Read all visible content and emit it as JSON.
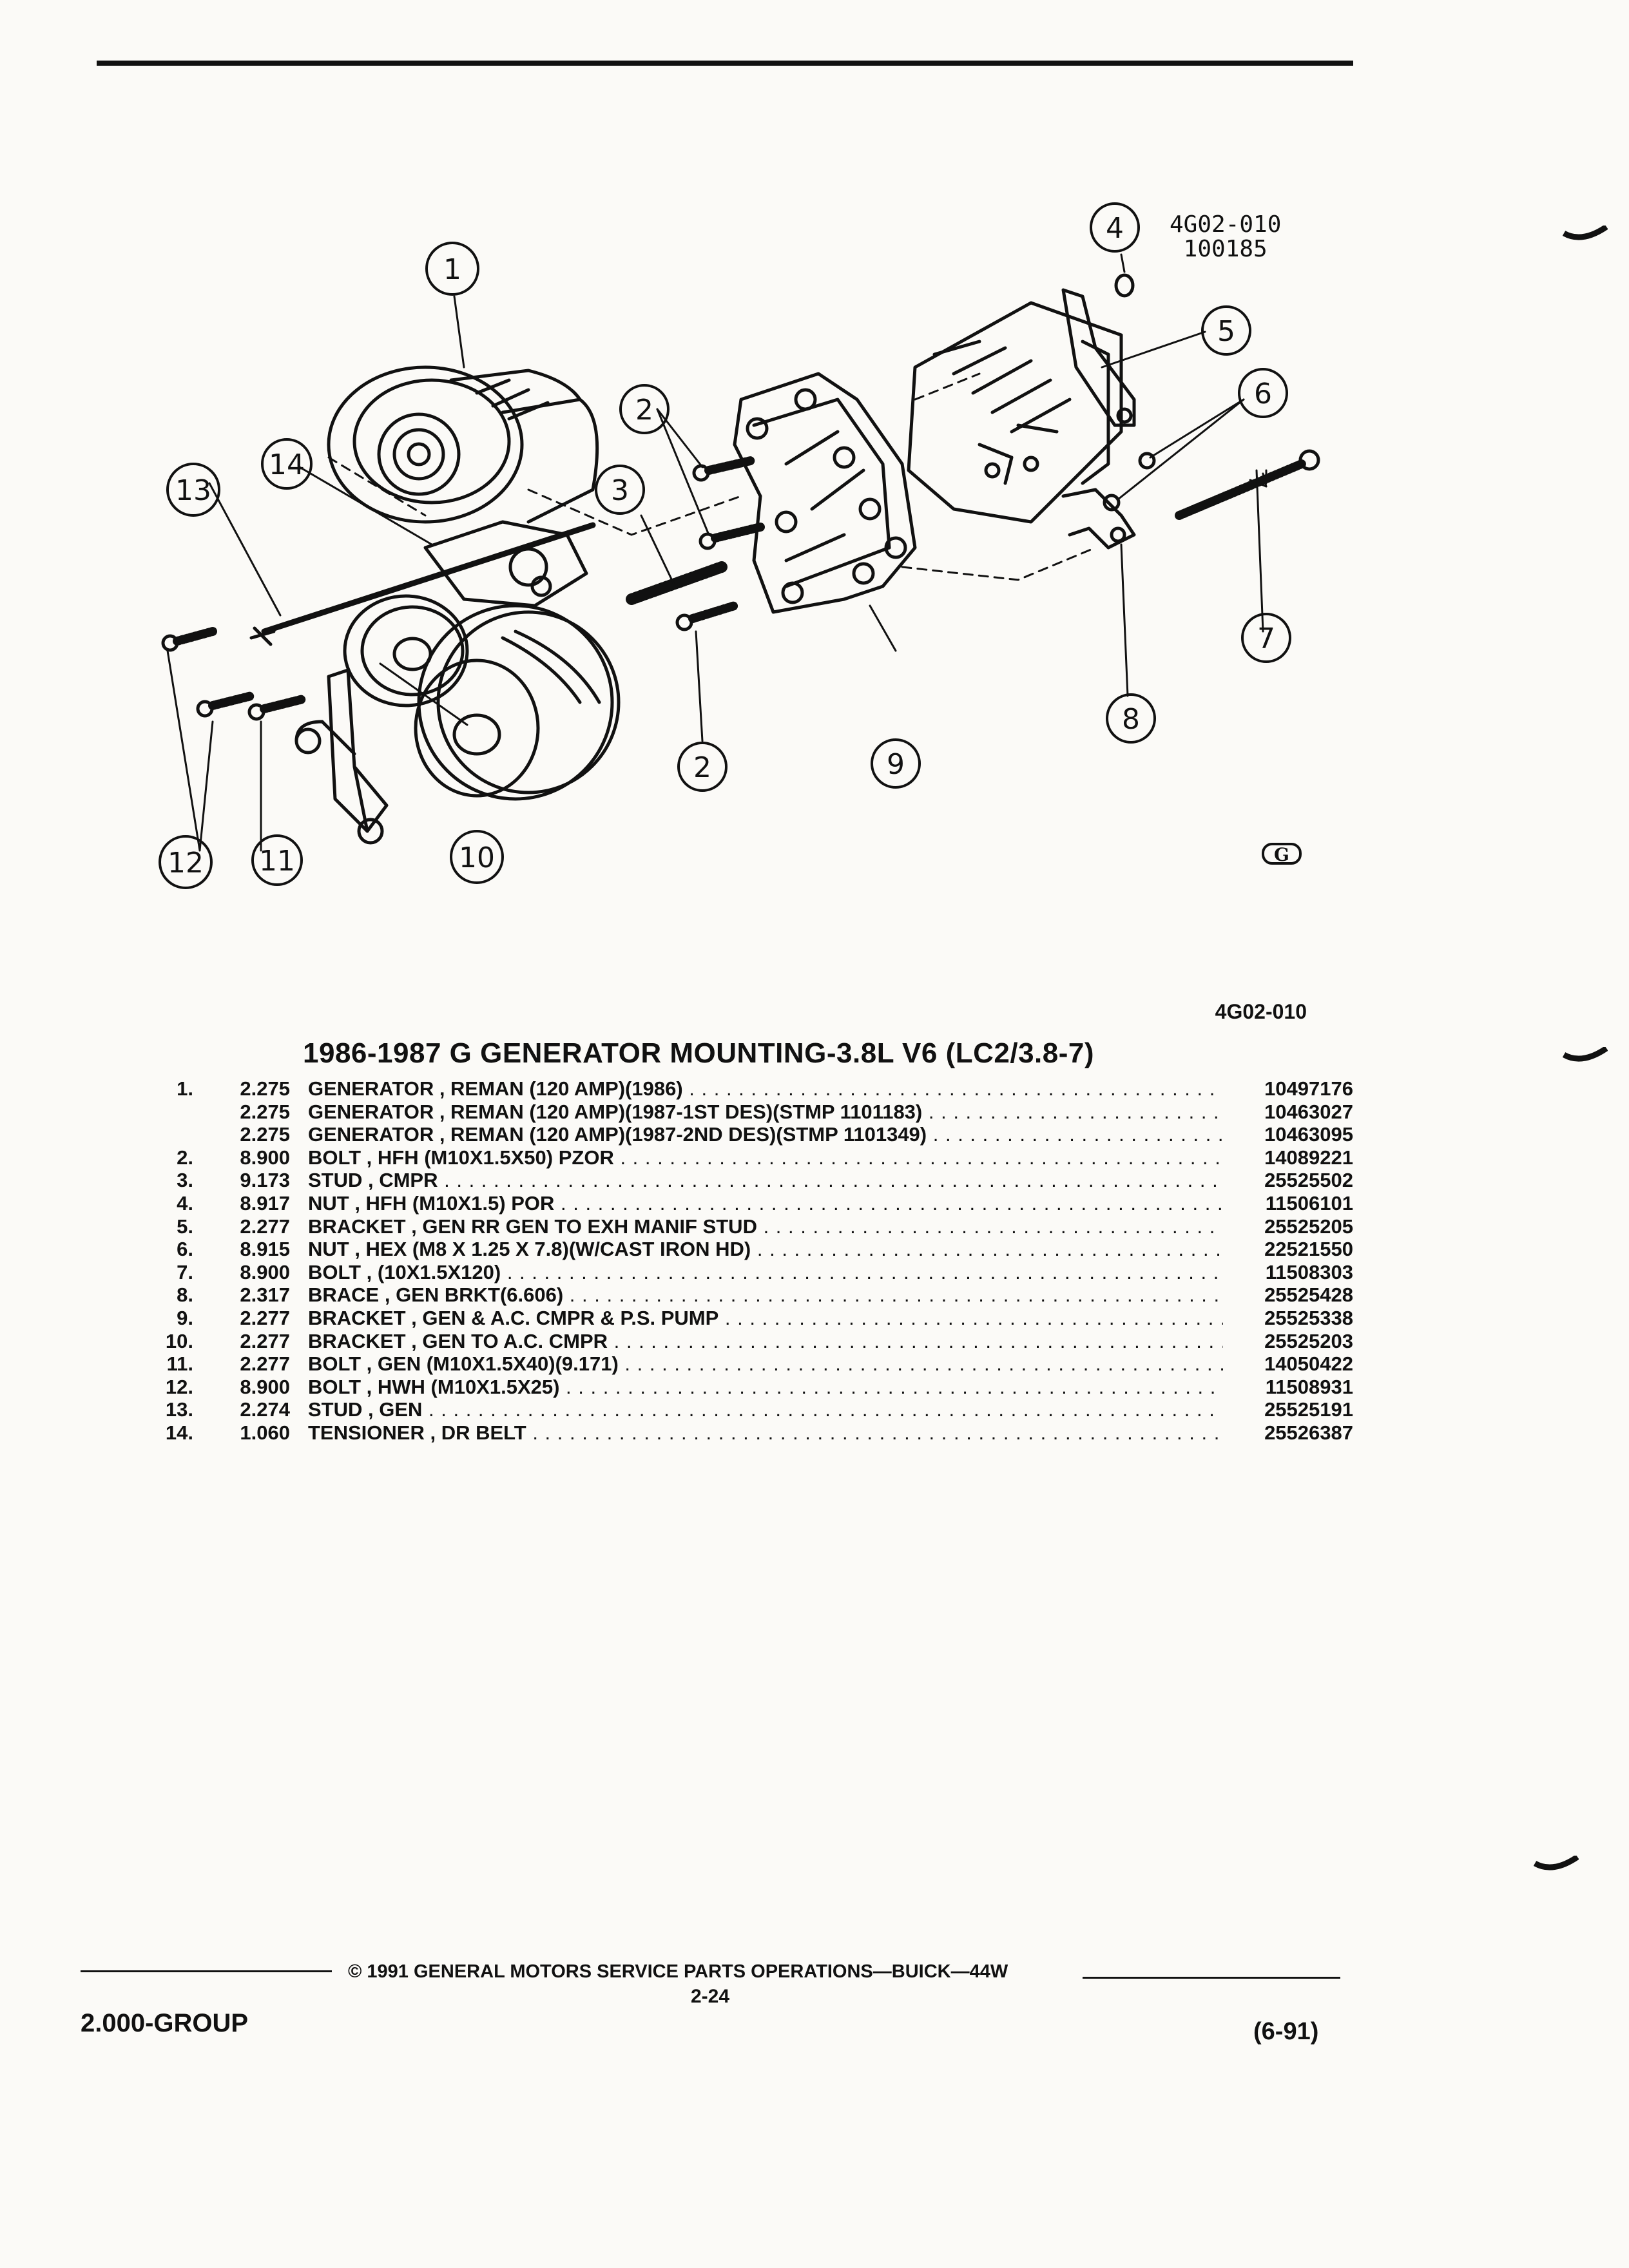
{
  "figure": {
    "code": "4G02-010",
    "date": "100185",
    "callouts": [
      "1",
      "2",
      "2",
      "3",
      "4",
      "5",
      "6",
      "7",
      "8",
      "9",
      "10",
      "11",
      "12",
      "13",
      "14"
    ],
    "logo_letter": "G"
  },
  "section": {
    "reference": "4G02-010",
    "title": "1986-1987 G GENERATOR MOUNTING-3.8L V6 (LC2/3.8-7)"
  },
  "parts": [
    {
      "item": "1.",
      "group": "2.275",
      "description": "GENERATOR , REMAN (120 AMP)(1986)",
      "part_number": "10497176"
    },
    {
      "item": "",
      "group": "2.275",
      "description": "GENERATOR , REMAN (120 AMP)(1987-1ST DES)(STMP 1101183)",
      "part_number": "10463027"
    },
    {
      "item": "",
      "group": "2.275",
      "description": "GENERATOR , REMAN (120 AMP)(1987-2ND DES)(STMP 1101349)",
      "part_number": "10463095"
    },
    {
      "item": "2.",
      "group": "8.900",
      "description": "BOLT , HFH (M10X1.5X50) PZOR",
      "part_number": "14089221"
    },
    {
      "item": "3.",
      "group": "9.173",
      "description": "STUD , CMPR",
      "part_number": "25525502"
    },
    {
      "item": "4.",
      "group": "8.917",
      "description": "NUT , HFH (M10X1.5) POR",
      "part_number": "11506101"
    },
    {
      "item": "5.",
      "group": "2.277",
      "description": "BRACKET , GEN RR GEN TO EXH MANIF STUD",
      "part_number": "25525205"
    },
    {
      "item": "6.",
      "group": "8.915",
      "description": "NUT , HEX (M8 X 1.25 X 7.8)(W/CAST IRON HD)",
      "part_number": "22521550"
    },
    {
      "item": "7.",
      "group": "8.900",
      "description": "BOLT , (10X1.5X120)",
      "part_number": "11508303"
    },
    {
      "item": "8.",
      "group": "2.317",
      "description": "BRACE , GEN BRKT(6.606)",
      "part_number": "25525428"
    },
    {
      "item": "9.",
      "group": "2.277",
      "description": "BRACKET , GEN & A.C. CMPR & P.S. PUMP",
      "part_number": "25525338"
    },
    {
      "item": "10.",
      "group": "2.277",
      "description": "BRACKET , GEN TO A.C. CMPR",
      "part_number": "25525203"
    },
    {
      "item": "11.",
      "group": "2.277",
      "description": "BOLT , GEN (M10X1.5X40)(9.171)",
      "part_number": "14050422"
    },
    {
      "item": "12.",
      "group": "8.900",
      "description": "BOLT , HWH (M10X1.5X25)",
      "part_number": "11508931"
    },
    {
      "item": "13.",
      "group": "2.274",
      "description": "STUD , GEN",
      "part_number": "25525191"
    },
    {
      "item": "14.",
      "group": "1.060",
      "description": "TENSIONER , DR BELT",
      "part_number": "25526387"
    }
  ],
  "footer": {
    "group": "2.000-GROUP",
    "copyright": "© 1991 GENERAL MOTORS SERVICE PARTS OPERATIONS—BUICK—44W",
    "page": "2-24",
    "revision": "(6-91)"
  }
}
